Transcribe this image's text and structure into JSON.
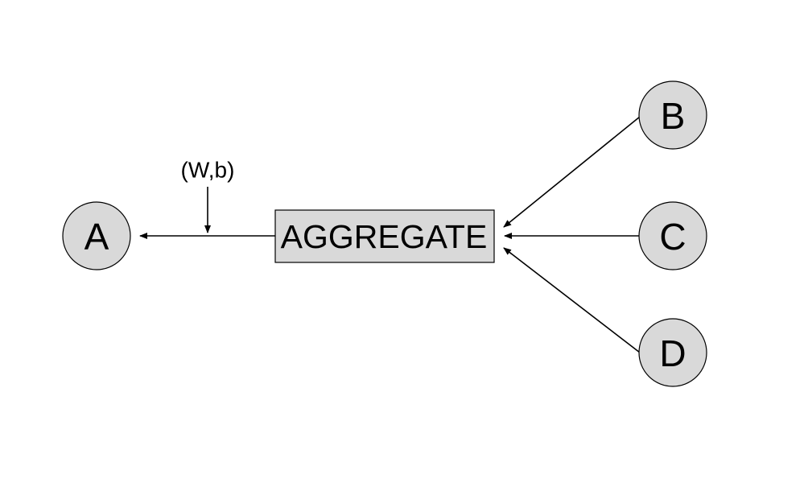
{
  "nodes": {
    "a": "A",
    "b": "B",
    "c": "C",
    "d": "D"
  },
  "aggregate": {
    "label": "AGGREGATE"
  },
  "parameters": {
    "label": "(W,b)"
  },
  "colors": {
    "node_fill": "#d9d9d9",
    "stroke": "#000000"
  }
}
